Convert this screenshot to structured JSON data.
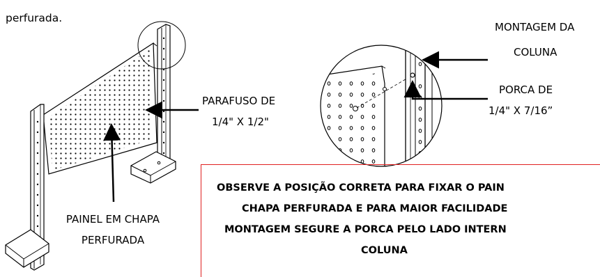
{
  "intro_text": "perfurada.",
  "labels": {
    "parafuso_line1": "PARAFUSO DE",
    "parafuso_line2": "1/4\" X 1/2\"",
    "painel_line1": "PAINEL EM CHAPA",
    "painel_line2": "PERFURADA",
    "montagem_line1": "MONTAGEM DA",
    "montagem_line2": "COLUNA",
    "porca_line1": "PORCA DE",
    "porca_line2": "1/4\" X 7/16”"
  },
  "warning": {
    "line1": "OBSERVE A POSIÇÃO CORRETA PARA FIXAR O PAIN",
    "line2": "CHAPA PERFURADA E PARA MAIOR FACILIDADE",
    "line3": "MONTAGEM SEGURE A PORCA PELO LADO INTERN",
    "line4": "COLUNA",
    "border_color": "#e02020"
  }
}
